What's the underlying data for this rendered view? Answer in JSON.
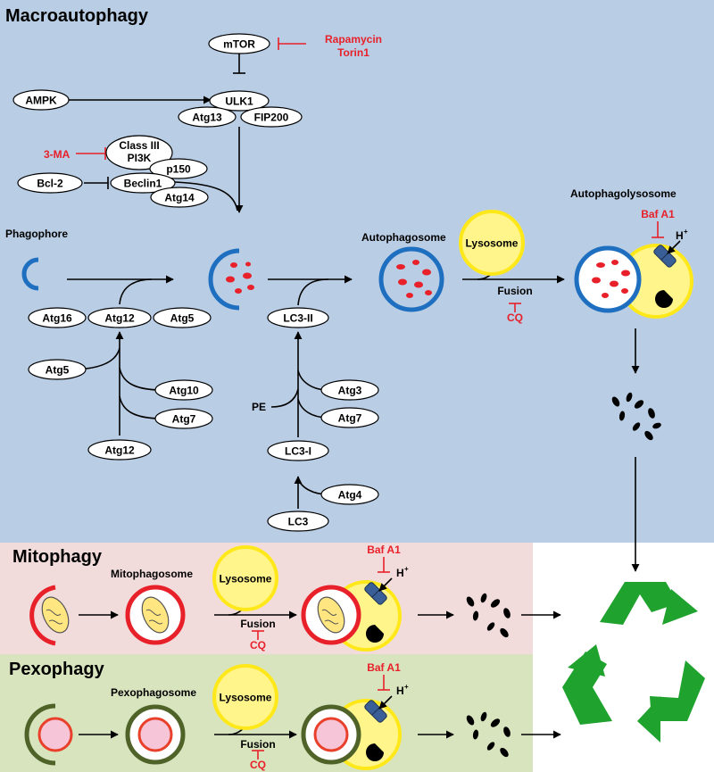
{
  "sections": {
    "macro": "Macroautophagy",
    "mito": "Mitophagy",
    "pexo": "Pexophagy"
  },
  "nodes": {
    "mtor": "mTOR",
    "ampk": "AMPK",
    "ulk1": "ULK1",
    "atg13": "Atg13",
    "fip200": "FIP200",
    "class3": [
      "Class III",
      "PI3K"
    ],
    "p150": "p150",
    "beclin1": "Beclin1",
    "atg14": "Atg14",
    "bcl2": "Bcl-2",
    "atg16": "Atg16",
    "atg12": "Atg12",
    "atg5": "Atg5",
    "atg5b": "Atg5",
    "atg10": "Atg10",
    "atg7a": "Atg7",
    "atg12b": "Atg12",
    "lc3ii": "LC3-II",
    "atg3": "Atg3",
    "atg7b": "Atg7",
    "lc3i": "LC3-I",
    "atg4": "Atg4",
    "lc3": "LC3"
  },
  "labels": {
    "pe": "PE",
    "phagophore": "Phagophore",
    "autophagosome": "Autophagosome",
    "autophagolysosome": "Autophagolysosome",
    "mitophagosome": "Mitophagosome",
    "pexophagosome": "Pexophagosome",
    "lysosome": "Lysosome",
    "fusion": "Fusion",
    "hplus": "H",
    "hplus_sup": "+"
  },
  "inhibitors": {
    "rapamycin": "Rapamycin",
    "torin1": "Torin1",
    "three_ma": "3-MA",
    "baf_a1": "Baf A1",
    "cq": "CQ"
  },
  "colors": {
    "macro_bg": "#b9cde4",
    "mito_bg": "#f2dcdb",
    "pexo_bg": "#d7e4bd",
    "membrane_blue": "#1f6fc1",
    "membrane_red": "#e8202a",
    "membrane_olive": "#4f6228",
    "cargo_red": "#e8202a",
    "lysosome_fill": "#fff58a",
    "lysosome_ring": "#ffe81a",
    "mito_fill": "#ffe680",
    "perox_fill": "#f6c6d8",
    "perox_ring": "#e8402a",
    "recycle_green": "#1fa22e",
    "inhibitor_red": "#e8202a",
    "pump_blue": "#3a5f96"
  },
  "icons": [
    "recycle-icon",
    "proton-pump-icon",
    "degraded-fragments-icon",
    "mitochondrion-icon",
    "peroxisome-icon"
  ]
}
